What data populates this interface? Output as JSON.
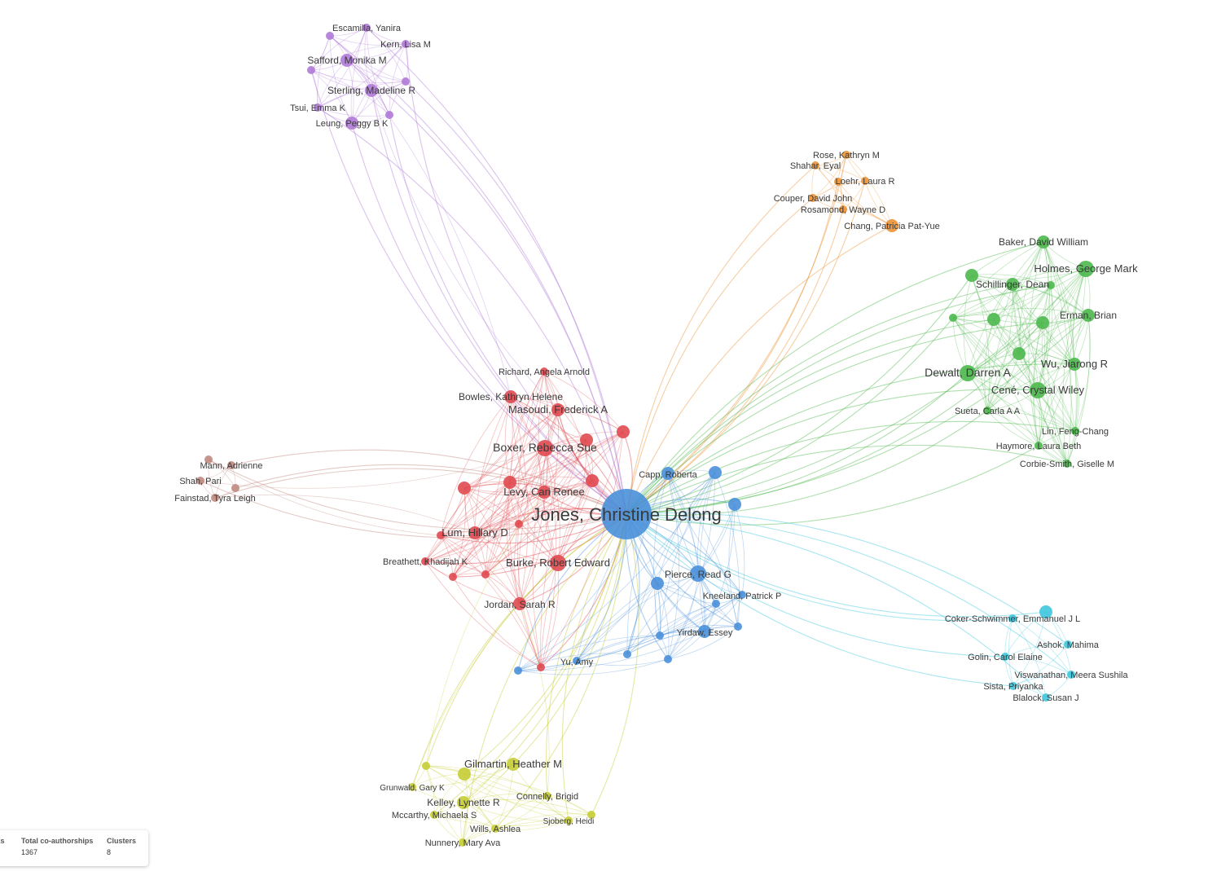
{
  "clusters": {
    "blue": {
      "color": "#4a90d9"
    },
    "red": {
      "color": "#e04a50"
    },
    "green": {
      "color": "#4cb84c"
    },
    "purple": {
      "color": "#b07ad8"
    },
    "orange": {
      "color": "#ec9235"
    },
    "cyan": {
      "color": "#3ec7dd"
    },
    "yellow": {
      "color": "#c5cd35"
    },
    "brown": {
      "color": "#c08a80"
    }
  },
  "nodes": [
    {
      "label": "Jones, Christine Delong",
      "cluster": "blue",
      "weight": 10
    },
    {
      "label": "Capp, Roberta",
      "cluster": "blue",
      "weight": 2
    },
    {
      "label": "Pierce, Read G",
      "cluster": "blue",
      "weight": 3
    },
    {
      "label": "Kneeland, Patrick P",
      "cluster": "blue",
      "weight": 1
    },
    {
      "label": "Yirdaw, Essey",
      "cluster": "blue",
      "weight": 2
    },
    {
      "label": "Yu, Amy",
      "cluster": "blue",
      "weight": 1
    },
    {
      "label": "",
      "cluster": "blue",
      "weight": 2
    },
    {
      "label": "",
      "cluster": "blue",
      "weight": 2
    },
    {
      "label": "",
      "cluster": "blue",
      "weight": 2
    },
    {
      "label": "",
      "cluster": "blue",
      "weight": 1
    },
    {
      "label": "",
      "cluster": "blue",
      "weight": 1
    },
    {
      "label": "",
      "cluster": "blue",
      "weight": 1
    },
    {
      "label": "",
      "cluster": "blue",
      "weight": 1
    },
    {
      "label": "",
      "cluster": "blue",
      "weight": 1
    },
    {
      "label": "",
      "cluster": "blue",
      "weight": 1
    },
    {
      "label": "Richard, Angela Arnold",
      "cluster": "red",
      "weight": 1
    },
    {
      "label": "Bowles, Kathryn Helene",
      "cluster": "red",
      "weight": 2
    },
    {
      "label": "Masoudi, Frederick A",
      "cluster": "red",
      "weight": 2
    },
    {
      "label": "Boxer, Rebecca Sue",
      "cluster": "red",
      "weight": 3
    },
    {
      "label": "Levy, Cari Renee",
      "cluster": "red",
      "weight": 2
    },
    {
      "label": "Lum, Hillary D",
      "cluster": "red",
      "weight": 2
    },
    {
      "label": "Breathett, Khadijah K",
      "cluster": "red",
      "weight": 1
    },
    {
      "label": "Burke, Robert Edward",
      "cluster": "red",
      "weight": 3
    },
    {
      "label": "Jordan, Sarah R",
      "cluster": "red",
      "weight": 2
    },
    {
      "label": "",
      "cluster": "red",
      "weight": 2
    },
    {
      "label": "",
      "cluster": "red",
      "weight": 2
    },
    {
      "label": "",
      "cluster": "red",
      "weight": 2
    },
    {
      "label": "",
      "cluster": "red",
      "weight": 2
    },
    {
      "label": "",
      "cluster": "red",
      "weight": 2
    },
    {
      "label": "",
      "cluster": "red",
      "weight": 1
    },
    {
      "label": "",
      "cluster": "red",
      "weight": 1
    },
    {
      "label": "",
      "cluster": "red",
      "weight": 1
    },
    {
      "label": "",
      "cluster": "red",
      "weight": 1
    },
    {
      "label": "",
      "cluster": "red",
      "weight": 1
    },
    {
      "label": "Escamilla, Yanira",
      "cluster": "purple",
      "weight": 1
    },
    {
      "label": "Kern, Lisa M",
      "cluster": "purple",
      "weight": 1
    },
    {
      "label": "Safford, Monika M",
      "cluster": "purple",
      "weight": 2
    },
    {
      "label": "Sterling, Madeline R",
      "cluster": "purple",
      "weight": 2
    },
    {
      "label": "Tsui, Emma K",
      "cluster": "purple",
      "weight": 1
    },
    {
      "label": "Leung, Peggy B K",
      "cluster": "purple",
      "weight": 2
    },
    {
      "label": "",
      "cluster": "purple",
      "weight": 1
    },
    {
      "label": "",
      "cluster": "purple",
      "weight": 1
    },
    {
      "label": "",
      "cluster": "purple",
      "weight": 1
    },
    {
      "label": "",
      "cluster": "purple",
      "weight": 1
    },
    {
      "label": "Rose, Kathryn M",
      "cluster": "orange",
      "weight": 1
    },
    {
      "label": "Shahar, Eyal",
      "cluster": "orange",
      "weight": 1
    },
    {
      "label": "Loehr, Laura R",
      "cluster": "orange",
      "weight": 1
    },
    {
      "label": "Couper, David John",
      "cluster": "orange",
      "weight": 1
    },
    {
      "label": "Rosamond, Wayne D",
      "cluster": "orange",
      "weight": 1
    },
    {
      "label": "Chang, Patricia Pat-Yue",
      "cluster": "orange",
      "weight": 2
    },
    {
      "label": "",
      "cluster": "orange",
      "weight": 1
    },
    {
      "label": "Baker, David William",
      "cluster": "green",
      "weight": 2
    },
    {
      "label": "Holmes, George Mark",
      "cluster": "green",
      "weight": 3
    },
    {
      "label": "Schillinger, Dean",
      "cluster": "green",
      "weight": 2
    },
    {
      "label": "Erman, Brian",
      "cluster": "green",
      "weight": 2
    },
    {
      "label": "Wu, Jiarong R",
      "cluster": "green",
      "weight": 2
    },
    {
      "label": "Dewalt, Darren A",
      "cluster": "green",
      "weight": 3
    },
    {
      "label": "Cené, Crystal Wiley",
      "cluster": "green",
      "weight": 3
    },
    {
      "label": "Sueta, Carla A A",
      "cluster": "green",
      "weight": 1
    },
    {
      "label": "Lin, Feng-Chang",
      "cluster": "green",
      "weight": 1
    },
    {
      "label": "Haymore, Laura Beth",
      "cluster": "green",
      "weight": 1
    },
    {
      "label": "Corbie-Smith, Giselle M",
      "cluster": "green",
      "weight": 1
    },
    {
      "label": "",
      "cluster": "green",
      "weight": 2
    },
    {
      "label": "",
      "cluster": "green",
      "weight": 2
    },
    {
      "label": "",
      "cluster": "green",
      "weight": 2
    },
    {
      "label": "",
      "cluster": "green",
      "weight": 2
    },
    {
      "label": "",
      "cluster": "green",
      "weight": 1
    },
    {
      "label": "",
      "cluster": "green",
      "weight": 1
    },
    {
      "label": "Coker-Schwimmer, Emmanuel J L",
      "cluster": "cyan",
      "weight": 1
    },
    {
      "label": "Ashok, Mahima",
      "cluster": "cyan",
      "weight": 1
    },
    {
      "label": "Golin, Carol Elaine",
      "cluster": "cyan",
      "weight": 1
    },
    {
      "label": "Viswanathan, Meera Sushila",
      "cluster": "cyan",
      "weight": 1
    },
    {
      "label": "Sista, Priyanka",
      "cluster": "cyan",
      "weight": 1
    },
    {
      "label": "Blalock, Susan J",
      "cluster": "cyan",
      "weight": 1
    },
    {
      "label": "",
      "cluster": "cyan",
      "weight": 2
    },
    {
      "label": "Gilmartin, Heather M",
      "cluster": "yellow",
      "weight": 2
    },
    {
      "label": "Grunwald, Gary K",
      "cluster": "yellow",
      "weight": 1
    },
    {
      "label": "Kelley, Lynette R",
      "cluster": "yellow",
      "weight": 2
    },
    {
      "label": "Connelly, Brigid",
      "cluster": "yellow",
      "weight": 1
    },
    {
      "label": "Mccarthy, Michaela S",
      "cluster": "yellow",
      "weight": 1
    },
    {
      "label": "Sjoberg, Heidi",
      "cluster": "yellow",
      "weight": 1
    },
    {
      "label": "Wills, Ashlea",
      "cluster": "yellow",
      "weight": 1
    },
    {
      "label": "Nunnery, Mary Ava",
      "cluster": "yellow",
      "weight": 1
    },
    {
      "label": "",
      "cluster": "yellow",
      "weight": 2
    },
    {
      "label": "",
      "cluster": "yellow",
      "weight": 1
    },
    {
      "label": "",
      "cluster": "yellow",
      "weight": 1
    },
    {
      "label": "Mann, Adrienne",
      "cluster": "brown",
      "weight": 1
    },
    {
      "label": "Shah, Pari",
      "cluster": "brown",
      "weight": 1
    },
    {
      "label": "Fainstad, Tyra Leigh",
      "cluster": "brown",
      "weight": 1
    },
    {
      "label": "",
      "cluster": "brown",
      "weight": 1
    },
    {
      "label": "",
      "cluster": "brown",
      "weight": 1
    }
  ],
  "stats": {
    "links_label": "nks",
    "coauthorships_label": "Total co-authorships",
    "coauthorships_value": "1367",
    "clusters_label": "Clusters",
    "clusters_value": "8"
  }
}
